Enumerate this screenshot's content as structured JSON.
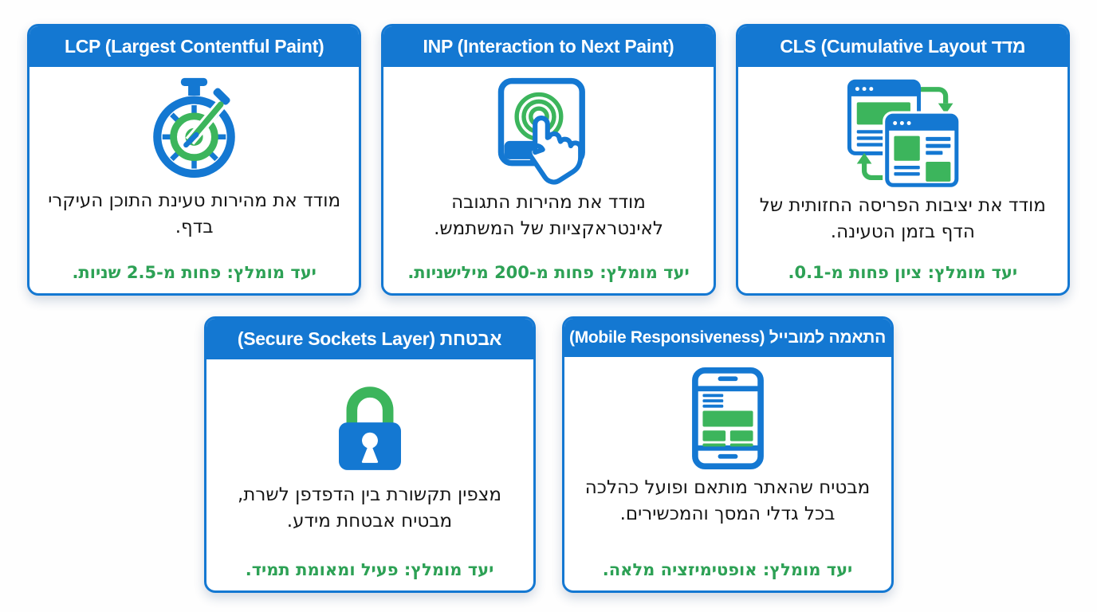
{
  "colors": {
    "primary_blue": "#1478d2",
    "icon_green": "#3cb55c",
    "target_green": "#2da155",
    "body_text": "#161616"
  },
  "cards": [
    {
      "id": "lcp",
      "icon": "stopwatch-target-icon",
      "title": "LCP (Largest Contentful Paint)",
      "description": "מודד את מהירות טעינת התוכן העיקרי בדף.",
      "target": "יעד מומלץ: פחות מ-2.5 שניות."
    },
    {
      "id": "inp",
      "icon": "touch-interaction-icon",
      "title": "INP (Interaction to Next Paint)",
      "description": "מודד את מהירות התגובה לאינטראקציות של המשתמש.",
      "target": "יעד מומלץ: פחות מ-200 מילישניות."
    },
    {
      "id": "cls",
      "icon": "layout-shift-windows-icon",
      "title": "מדד CLS (Cumulative Layout",
      "description": "מודד את יציבות הפריסה החזותית של הדף בזמן הטעינה.",
      "target": "יעד מומלץ: ציון פחות מ-0.1."
    },
    {
      "id": "ssl",
      "icon": "padlock-icon",
      "title": "אבטחת (Secure Sockets Layer)",
      "description": "מצפין תקשורת בין הדפדפן לשרת, מבטיח אבטחת מידע.",
      "target": "יעד מומלץ: פעיל ומאומת תמיד."
    },
    {
      "id": "mobile",
      "icon": "smartphone-icon",
      "title": "התאמה למובייל (Mobile Responsiveness)",
      "description": "מבטיח שהאתר מותאם ופועל כהלכה בכל גדלי המסך והמכשירים.",
      "target": "יעד מומלץ: אופטימיזציה מלאה."
    }
  ]
}
